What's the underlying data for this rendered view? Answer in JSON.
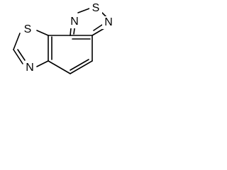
{
  "atoms": {
    "S1": "S",
    "N2": "N",
    "S3": "S",
    "N4": "N",
    "N5": "N"
  },
  "colors": {
    "bond": "#000000",
    "label": "#000000",
    "background": "#ffffff"
  }
}
